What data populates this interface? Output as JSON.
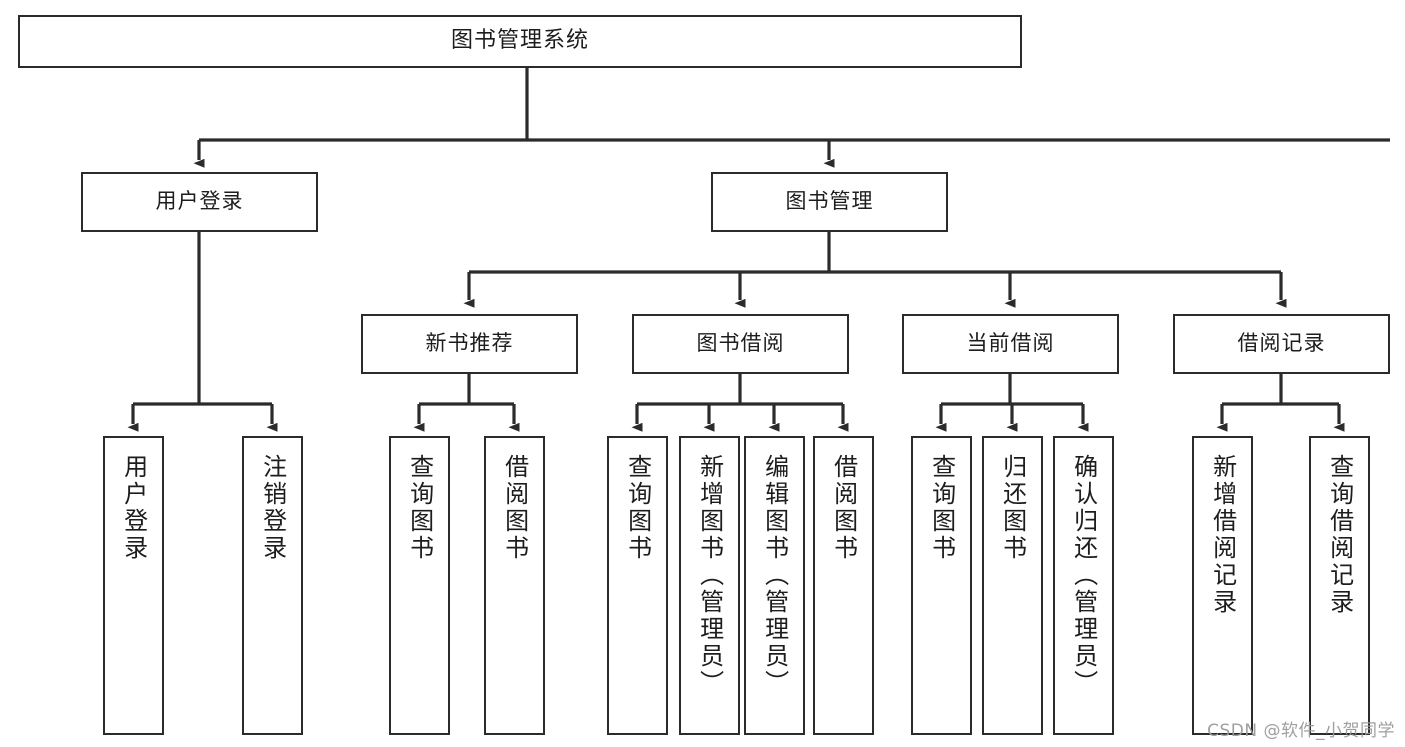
{
  "diagram": {
    "title": "图书管理系统",
    "type": "tree",
    "watermark": "CSDN @软件_小贺同学",
    "colors": {
      "border": "#2b2b2b",
      "background": "#ffffff",
      "text": "#1d1d1d",
      "connector": "#2b2b2b",
      "watermark": "#9a9a9a"
    },
    "levels": [
      {
        "level": 0,
        "nodes": [
          {
            "id": "root",
            "label": "图书管理系统",
            "orientation": "horizontal"
          }
        ]
      },
      {
        "level": 1,
        "nodes": [
          {
            "id": "login",
            "label": "用户登录",
            "orientation": "horizontal",
            "parent": "root"
          },
          {
            "id": "bookmgmt",
            "label": "图书管理",
            "orientation": "horizontal",
            "parent": "root"
          }
        ]
      },
      {
        "level": 2,
        "nodes": [
          {
            "id": "newbook",
            "label": "新书推荐",
            "orientation": "horizontal",
            "parent": "bookmgmt"
          },
          {
            "id": "borrow",
            "label": "图书借阅",
            "orientation": "horizontal",
            "parent": "bookmgmt"
          },
          {
            "id": "current",
            "label": "当前借阅",
            "orientation": "horizontal",
            "parent": "bookmgmt"
          },
          {
            "id": "records",
            "label": "借阅记录",
            "orientation": "horizontal",
            "parent": "bookmgmt"
          }
        ]
      },
      {
        "level": 3,
        "nodes": [
          {
            "id": "leaf-user-login",
            "label": "用户登录",
            "orientation": "vertical",
            "parent": "login"
          },
          {
            "id": "leaf-user-logout",
            "label": "注销登录",
            "orientation": "vertical",
            "parent": "login"
          },
          {
            "id": "leaf-query-book-1",
            "label": "查询图书",
            "orientation": "vertical",
            "parent": "newbook"
          },
          {
            "id": "leaf-borrow-book-1",
            "label": "借阅图书",
            "orientation": "vertical",
            "parent": "newbook"
          },
          {
            "id": "leaf-query-book-2",
            "label": "查询图书",
            "orientation": "vertical",
            "parent": "borrow"
          },
          {
            "id": "leaf-add-book",
            "label": "新增图书（管理员）",
            "orientation": "vertical",
            "parent": "borrow"
          },
          {
            "id": "leaf-edit-book",
            "label": "编辑图书（管理员）",
            "orientation": "vertical",
            "parent": "borrow"
          },
          {
            "id": "leaf-borrow-book-2",
            "label": "借阅图书",
            "orientation": "vertical",
            "parent": "borrow"
          },
          {
            "id": "leaf-query-book-3",
            "label": "查询图书",
            "orientation": "vertical",
            "parent": "current"
          },
          {
            "id": "leaf-return-book",
            "label": "归还图书",
            "orientation": "vertical",
            "parent": "current"
          },
          {
            "id": "leaf-confirm-return",
            "label": "确认归还（管理员）",
            "orientation": "vertical",
            "parent": "current"
          },
          {
            "id": "leaf-add-record",
            "label": "新增借阅记录",
            "orientation": "vertical",
            "parent": "records"
          },
          {
            "id": "leaf-query-record",
            "label": "查询借阅记录",
            "orientation": "vertical",
            "parent": "records"
          }
        ]
      }
    ]
  }
}
